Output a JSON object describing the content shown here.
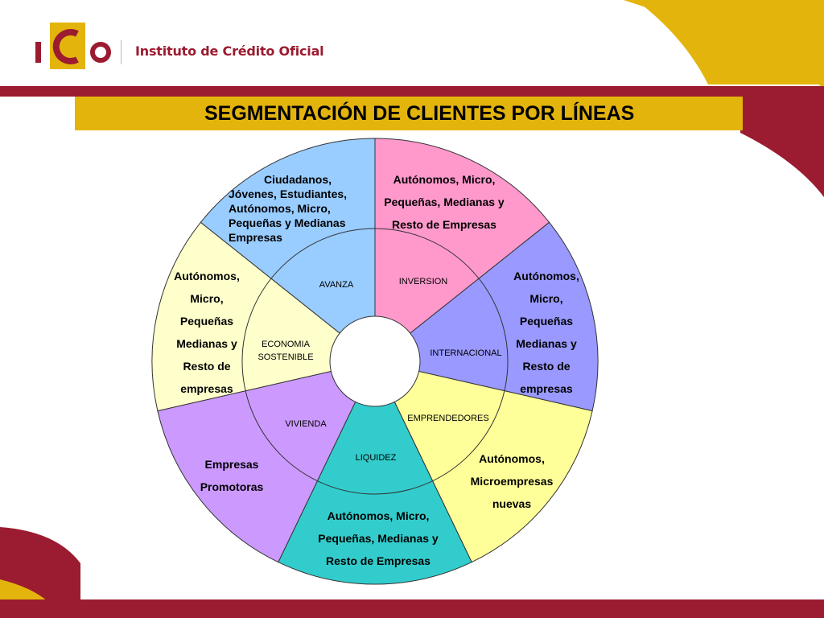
{
  "header": {
    "logo_alt": "ICO",
    "institution": "Instituto de Crédito Oficial",
    "title": "SEGMENTACIÓN DE CLIENTES POR LÍNEAS"
  },
  "colors": {
    "brand_red": "#9b1b30",
    "brand_gold": "#e3b40c",
    "avanza": "#99ccff",
    "inversion": "#ff99cc",
    "internacional": "#9999ff",
    "emprendedores": "#ffff99",
    "liquidez": "#33cccc",
    "vivienda": "#cc99ff",
    "economia_sostenible": "#ffffcc"
  },
  "diagram": {
    "inner_segments": {
      "avanza": "AVANZA",
      "inversion": "INVERSION",
      "internacional": "INTERNACIONAL",
      "emprendedores": "EMPRENDEDORES",
      "liquidez": "LIQUIDEZ",
      "vivienda": "VIVIENDA",
      "economia": [
        "ECONOMIA",
        "SOSTENIBLE"
      ]
    },
    "outer_segments": {
      "avanza": [
        "Ciudadanos,",
        "Jóvenes, Estudiantes,",
        "Autónomos, Micro,",
        "Pequeñas y Medianas",
        "Empresas"
      ],
      "inversion": [
        "Autónomos, Micro,",
        "Pequeñas, Medianas y",
        "Resto de Empresas"
      ],
      "internacional": [
        "Autónomos,",
        "Micro,",
        "Pequeñas",
        "Medianas y",
        "Resto de",
        "empresas"
      ],
      "emprendedores": [
        "Autónomos,",
        "Microempresas",
        "nuevas"
      ],
      "liquidez": [
        "Autónomos, Micro,",
        "Pequeñas, Medianas y",
        "Resto de Empresas"
      ],
      "vivienda": [
        "Empresas",
        "Promotoras"
      ],
      "economia": [
        "Autónomos,",
        "Micro,",
        "Pequeñas",
        "Medianas y",
        "Resto de",
        "empresas"
      ]
    }
  }
}
